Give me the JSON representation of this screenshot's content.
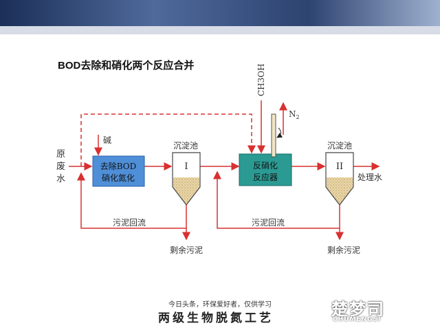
{
  "title": "BOD去除和硝化两个反应合并",
  "nodes": {
    "influent": [
      "原",
      "废",
      "水"
    ],
    "alkali": "碱",
    "tank1": [
      "去除BOD",
      "硝化氮化"
    ],
    "settler1": {
      "label": "沉淀池",
      "numeral": "I"
    },
    "tank2": [
      "反硝化",
      "反应器"
    ],
    "methanol": "CH3OH",
    "nitrogen": "N",
    "nitrogen_sub": "2",
    "settler2": {
      "label": "沉淀池",
      "numeral": "II"
    },
    "effluent": "处理水",
    "sludge_return_1": "污泥回流",
    "sludge_return_2": "污泥回流",
    "excess_sludge_1": "剩余污泥",
    "excess_sludge_2": "剩余污泥"
  },
  "colors": {
    "flow": "#d93030",
    "tank1": "#4f8fd8",
    "tank2": "#2b9a93",
    "settler_sludge": "#e8d3a1"
  },
  "caption": "今日头条，环保爱好者，仅供学习",
  "footer": "两级生物脱氮工艺",
  "logo": {
    "mark": "楚梦司",
    "word": "CHUMENGSI"
  }
}
